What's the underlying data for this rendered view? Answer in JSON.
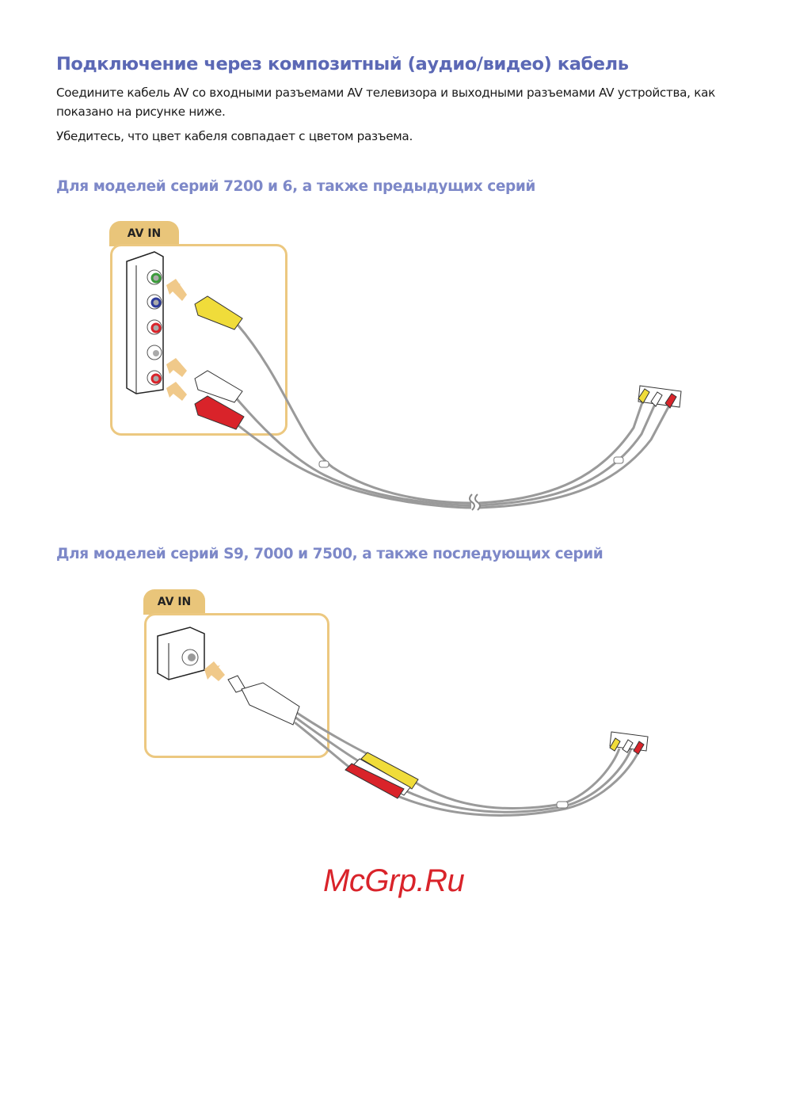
{
  "title": "Подключение через композитный (аудио/видео) кабель",
  "intro_line1": "Соедините кабель AV со входными разъемами AV телевизора и выходными разъемами AV устройства, как",
  "intro_line2": "показано на рисунке ниже.",
  "note": "Убедитесь, что цвет кабеля совпадает с цветом разъема.",
  "section1": {
    "heading": "Для моделей серий 7200 и 6, а также предыдущих серий",
    "panel_label": "AV IN"
  },
  "section2": {
    "heading": "Для моделей серий S9, 7000 и 7500, а также последующих серий",
    "panel_label": "AV IN"
  },
  "watermark": "McGrp.Ru",
  "colors": {
    "title": "#5b68b5",
    "subheading": "#7d88c8",
    "panel": "#e9c57a",
    "yellow": "#f0dc3a",
    "red": "#d9232a",
    "cable": "#9a9a9a"
  }
}
